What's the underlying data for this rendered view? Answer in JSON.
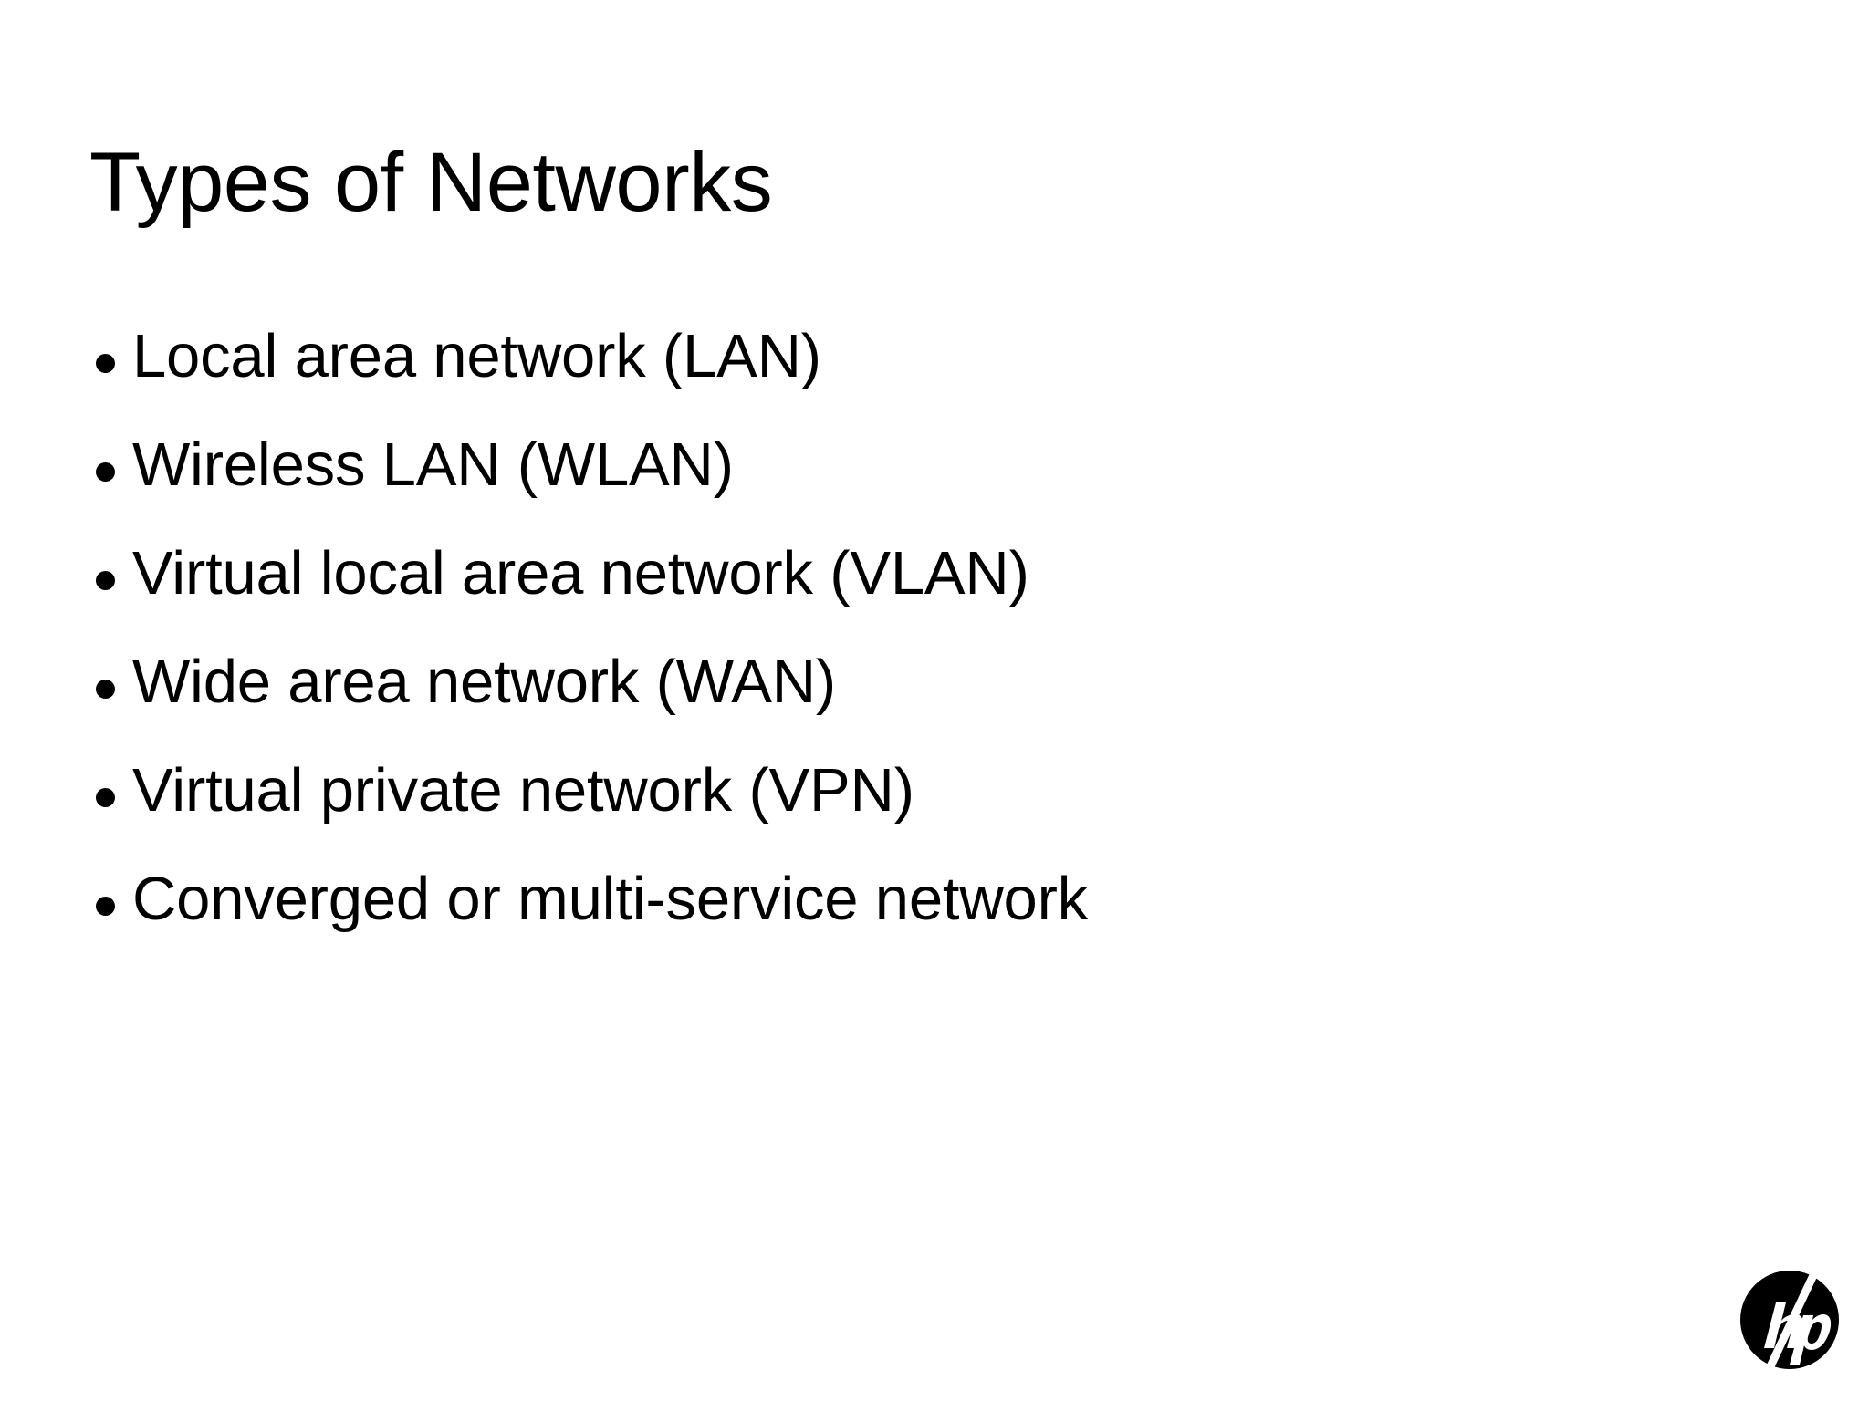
{
  "slide": {
    "title": "Types of Networks",
    "background_color": "#ffffff",
    "text_color": "#000000",
    "bullets": [
      {
        "label": "Local area network (LAN)"
      },
      {
        "label": "Wireless LAN (WLAN)"
      },
      {
        "label": "Virtual local area network (VLAN)"
      },
      {
        "label": "Wide area network (WAN)"
      },
      {
        "label": "Virtual private network (VPN)"
      },
      {
        "label": "Converged or multi-service network"
      }
    ],
    "logo": {
      "name": "hp-logo",
      "wordmark": "hp",
      "circle_color": "#000000",
      "mark_color": "#ffffff"
    }
  }
}
